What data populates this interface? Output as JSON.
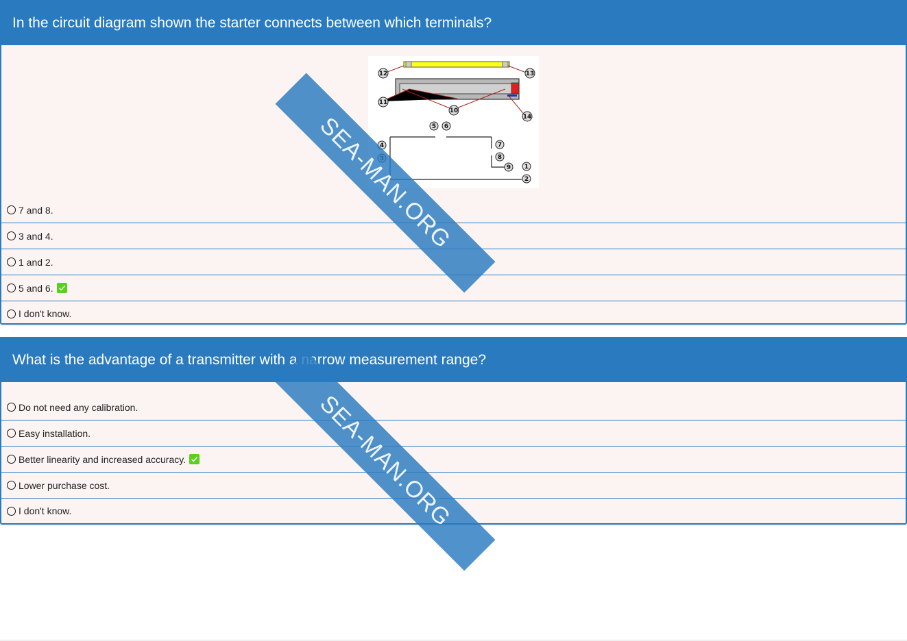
{
  "questions": [
    {
      "question": "In the circuit diagram shown the starter connects between which terminals?",
      "figure": {
        "labels": [
          "12",
          "13",
          "11",
          "10",
          "14",
          "5",
          "6",
          "4",
          "7",
          "3",
          "8",
          "9",
          "1",
          "2"
        ]
      },
      "options": [
        {
          "label": "7 and 8.",
          "correct": false
        },
        {
          "label": "3 and 4.",
          "correct": false
        },
        {
          "label": "1 and 2.",
          "correct": false
        },
        {
          "label": "5 and 6.",
          "correct": true
        },
        {
          "label": "I don't know.",
          "correct": false
        }
      ]
    },
    {
      "question": "What is the advantage of a transmitter with a narrow measurement range?",
      "options": [
        {
          "label": "Do not need any calibration.",
          "correct": false
        },
        {
          "label": "Easy installation.",
          "correct": false
        },
        {
          "label": "Better linearity and increased accuracy.",
          "correct": true
        },
        {
          "label": "Lower purchase cost.",
          "correct": false
        },
        {
          "label": "I don't know.",
          "correct": false
        }
      ]
    }
  ],
  "watermark": "SEA-MAN.ORG",
  "colors": {
    "header": "#2a7abf",
    "panel_bg": "#fbf4f2",
    "check": "#58d11c"
  },
  "icons": {
    "radio": "radio-circle-icon",
    "check": "checkmark-icon"
  }
}
